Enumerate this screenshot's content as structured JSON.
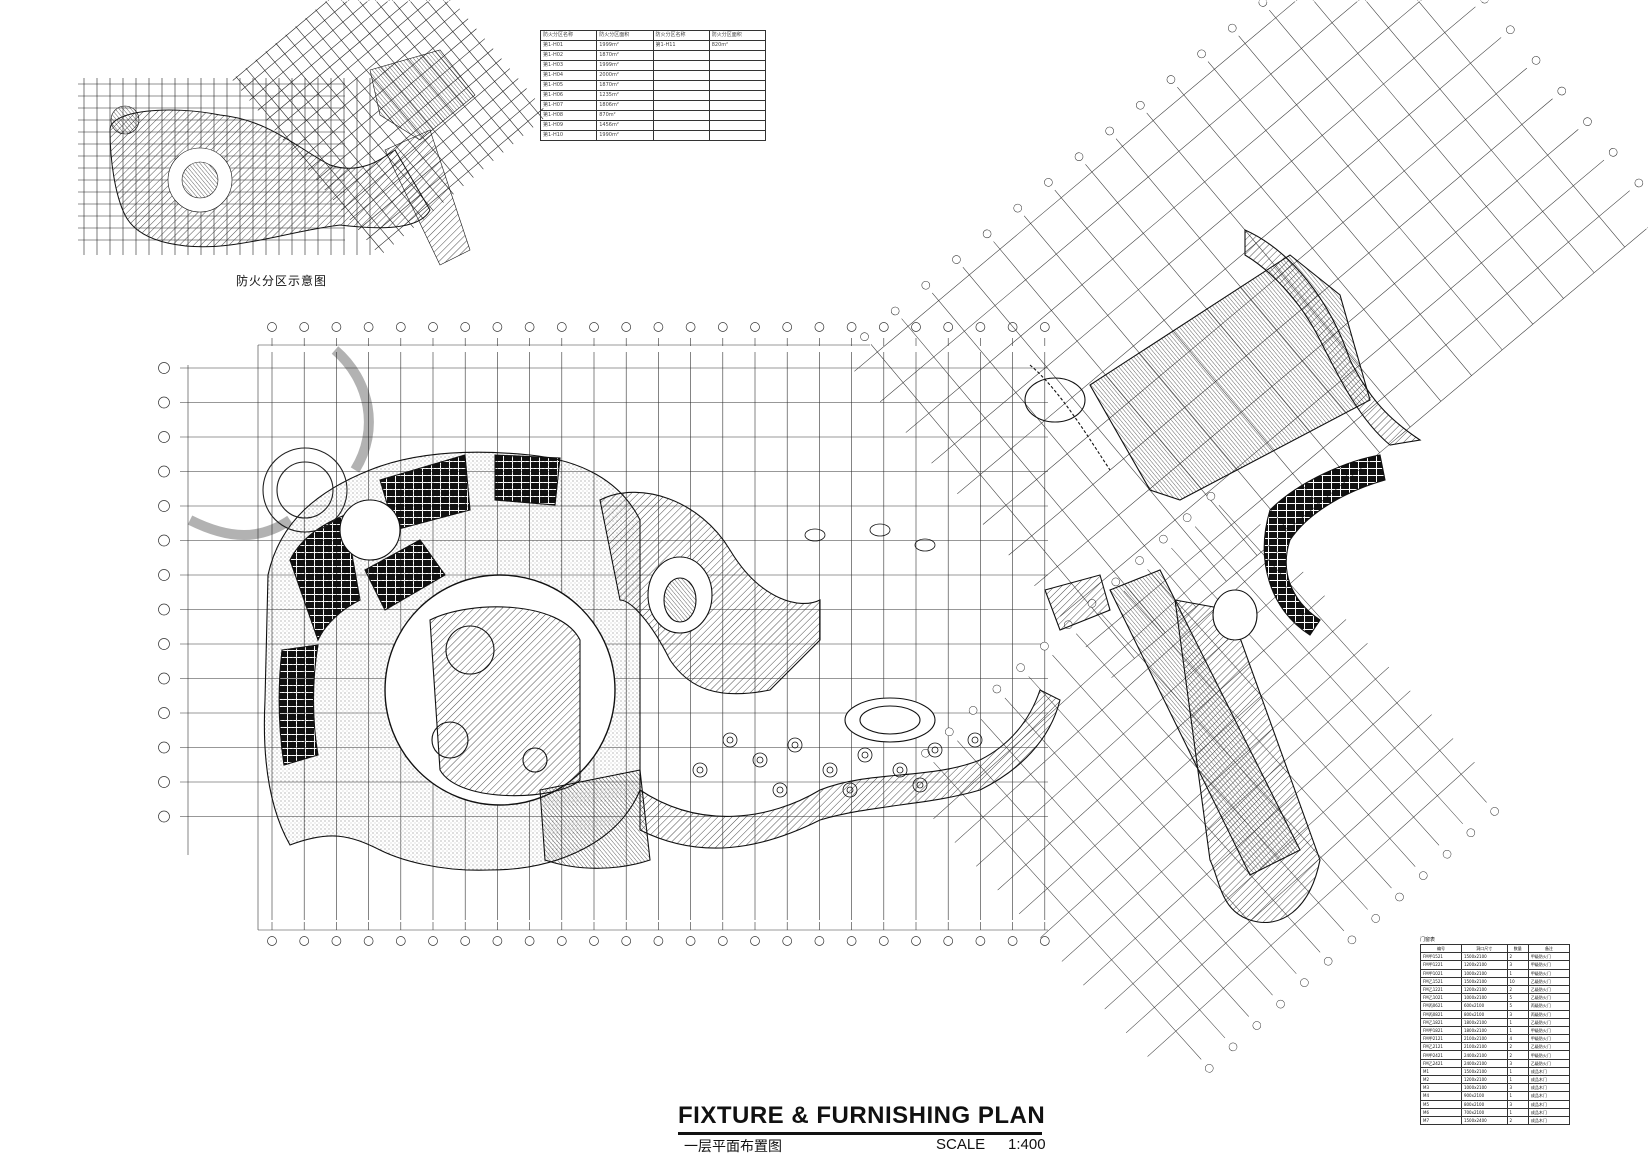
{
  "drawing": {
    "title": "FIXTURE & FURNISHING PLAN",
    "subtitle": "一层平面布置图",
    "scale_label": "SCALE",
    "scale_value": "1:400"
  },
  "key_plan": {
    "caption": "防火分区示意图"
  },
  "fire_zone_table": {
    "rows": [
      [
        "防火分区名称",
        "防火分区面积",
        "防火分区名称",
        "防火分区面积"
      ],
      [
        "第1-H01",
        "1999m²",
        "第1-H11",
        "820m²"
      ],
      [
        "第1-H02",
        "1870m²",
        "",
        ""
      ],
      [
        "第1-H03",
        "1999m²",
        "",
        ""
      ],
      [
        "第1-H04",
        "2000m²",
        "",
        ""
      ],
      [
        "第1-H05",
        "1870m²",
        "",
        ""
      ],
      [
        "第1-H06",
        "1235m²",
        "",
        ""
      ],
      [
        "第1-H07",
        "1806m²",
        "",
        ""
      ],
      [
        "第1-H08",
        "870m²",
        "",
        ""
      ],
      [
        "第1-H09",
        "1456m²",
        "",
        ""
      ],
      [
        "第1-H10",
        "1990m²",
        "",
        ""
      ]
    ]
  },
  "door_schedule": {
    "caption": "门窗表",
    "headers": [
      "编号",
      "洞口尺寸",
      "数量",
      "备注"
    ],
    "rows": [
      [
        "FM甲1521",
        "1500x2100",
        "2",
        "甲级防火门"
      ],
      [
        "FM甲1221",
        "1200x2100",
        "3",
        "甲级防火门"
      ],
      [
        "FM甲1021",
        "1000x2100",
        "1",
        "甲级防火门"
      ],
      [
        "FM乙1521",
        "1500x2100",
        "10",
        "乙级防火门"
      ],
      [
        "FM乙1221",
        "1200x2100",
        "2",
        "乙级防火门"
      ],
      [
        "FM乙1021",
        "1000x2100",
        "5",
        "乙级防火门"
      ],
      [
        "FM丙0621",
        "600x2100",
        "5",
        "丙级防火门"
      ],
      [
        "FM丙0821",
        "800x2100",
        "3",
        "丙级防火门"
      ],
      [
        "FM乙1821",
        "1800x2100",
        "1",
        "乙级防火门"
      ],
      [
        "FM甲1821",
        "1800x2100",
        "1",
        "甲级防火门"
      ],
      [
        "FM甲2121",
        "2100x2100",
        "4",
        "甲级防火门"
      ],
      [
        "FM乙2121",
        "2100x2100",
        "2",
        "乙级防火门"
      ],
      [
        "FM甲2421",
        "2400x2100",
        "2",
        "甲级防火门"
      ],
      [
        "FM乙2421",
        "2400x2100",
        "3",
        "乙级防火门"
      ],
      [
        "M1",
        "1500x2100",
        "1",
        "成品木门"
      ],
      [
        "M2",
        "1200x2100",
        "1",
        "成品木门"
      ],
      [
        "M3",
        "1000x2100",
        "3",
        "成品木门"
      ],
      [
        "M4",
        "900x2100",
        "1",
        "成品木门"
      ],
      [
        "M5",
        "800x2100",
        "3",
        "成品木门"
      ],
      [
        "M6",
        "700x2100",
        "1",
        "成品木门"
      ],
      [
        "M7",
        "1500x2400",
        "2",
        "成品木门"
      ]
    ]
  },
  "colors": {
    "ink": "#111111",
    "paper": "#ffffff"
  }
}
